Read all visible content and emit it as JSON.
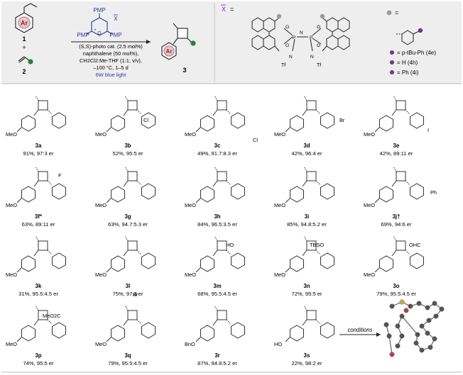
{
  "header": {
    "reactant1_label": "1",
    "plus": "+",
    "reactant2_label": "2",
    "ar": "Ar",
    "catalyst_pmp_top": "PMP",
    "catalyst_pmp_left": "PMP",
    "catalyst_pmp_right": "PMP",
    "catalyst_anion": "X",
    "condition_1": "(S,S)-photo cat. (2.5 mol%)",
    "condition_2": "naphthalene (50 mol%),",
    "condition_3": "CH2Cl2:Me-THF (1:1; v/v),",
    "condition_4": "–100 °C, 1–5 d",
    "condition_5": "6W blue light",
    "product_label": "3",
    "anion_label": "X",
    "anion_equals": "=",
    "anion_tf_left": "Tf",
    "anion_tf_right": "Tf",
    "dot_legend_equals": "=",
    "legend": [
      {
        "text": "= p-tBu-Ph (4e)"
      },
      {
        "text": "= H (4h)"
      },
      {
        "text": "= Ph (4i)"
      }
    ],
    "accent_color": "#7b2d8e",
    "blue_color": "#2a3a9a",
    "green_color": "#2e7d32"
  },
  "compounds": [
    {
      "id": "3a",
      "sub": "",
      "result": "91%, 97:3 er"
    },
    {
      "id": "3b",
      "sub": "Cl",
      "result": "52%, 95:5 er"
    },
    {
      "id": "3c",
      "sub": "Cl",
      "result": "49%, 91.7:8.3 er"
    },
    {
      "id": "3d",
      "sub": "Br",
      "result": "42%, 96:4 er"
    },
    {
      "id": "3e",
      "sub": "I",
      "result": "42%, 89:11 er"
    },
    {
      "id": "3f*",
      "sub": "F",
      "result": "63%, 89:11 er"
    },
    {
      "id": "3g",
      "sub": "",
      "result": "63%, 94.7:5.3 er"
    },
    {
      "id": "3h",
      "sub": "",
      "result": "84%, 96.5:3.5 er"
    },
    {
      "id": "3i",
      "sub": "",
      "result": "85%, 94.8:5.2 er"
    },
    {
      "id": "3j†",
      "sub": "Ph",
      "result": "69%, 94:6 er"
    },
    {
      "id": "3k",
      "sub": "",
      "result": "31%, 95.5:4.5 er"
    },
    {
      "id": "3l",
      "sub": "Br",
      "result": "75%, 97:3 er"
    },
    {
      "id": "3m",
      "sub": "HO",
      "result": "68%, 95.5:4.5 er"
    },
    {
      "id": "3n",
      "sub": "TBSO",
      "result": "72%, 95:5 er"
    },
    {
      "id": "3o",
      "sub": "OHC",
      "result": "79%, 95.5:4.5 er"
    },
    {
      "id": "3p",
      "sub": "MeO2C",
      "result": "74%, 95:5 er"
    },
    {
      "id": "3q",
      "sub": "",
      "result": "79%, 95.5:4.5 er"
    },
    {
      "id": "3r",
      "sub": "",
      "result": "87%, 94.8:5.2 er"
    },
    {
      "id": "3s",
      "sub": "",
      "result": "22%, 98:2 er"
    }
  ],
  "para_groups": {
    "meo": "MeO",
    "bno": "BnO",
    "ho": "HO"
  },
  "conditions_label": "conditions"
}
